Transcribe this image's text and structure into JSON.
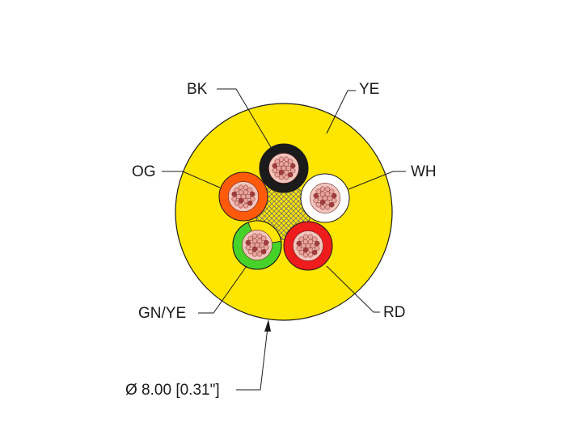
{
  "labels": {
    "bk": "BK",
    "ye": "YE",
    "og": "OG",
    "wh": "WH",
    "gnye": "GN/YE",
    "rd": "RD",
    "diameter": "Ø 8.00 [0.31\"]"
  },
  "colors": {
    "jacket": "#ffe600",
    "black": "#1b1b1b",
    "white": "#ffffff",
    "orange": "#ff5a0a",
    "red": "#ee1c1c",
    "green": "#47d22a",
    "yellow": "#ffe600",
    "copper": "#e9a39a",
    "copper_dark": "#a23c3c",
    "filler": "#cfcfcf"
  }
}
